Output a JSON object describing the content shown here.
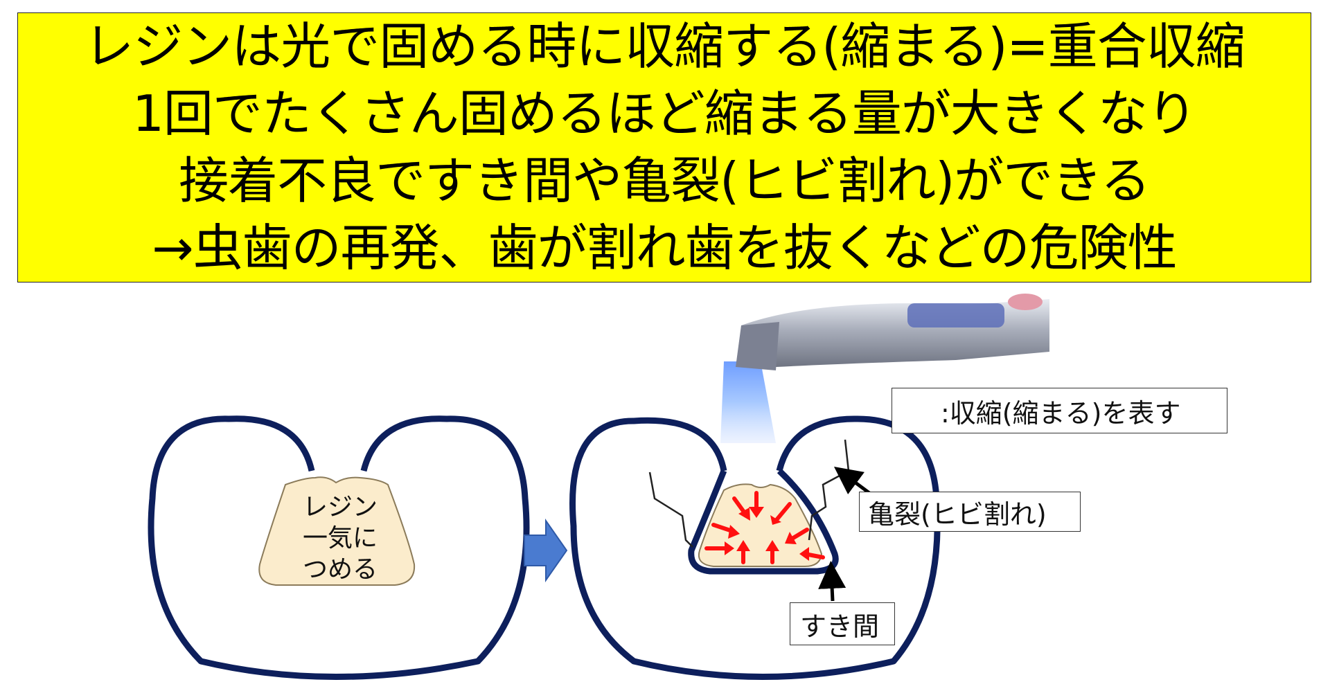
{
  "banner": {
    "lines": [
      "レジンは光で固める時に収縮する(縮まる)=重合収縮",
      "1回でたくさん固めるほど縮まる量が大きくなり",
      "接着不良ですき間や亀裂(ヒビ割れ)ができる",
      "→虫歯の再発、歯が割れ歯を抜くなどの危険性"
    ],
    "background": "#ffff00"
  },
  "left_tooth": {
    "resin_lines": [
      "レジン",
      "一気に",
      "つめる"
    ]
  },
  "legend": {
    "text": ":収縮(縮まる)を表す"
  },
  "crack_label": "亀裂(ヒビ割れ)",
  "gap_label": "すき間",
  "colors": {
    "tooth_outline": "#0d1f5c",
    "resin_fill": "#fbeccc",
    "shrink_arrow": "#ff1010",
    "transition_arrow": "#4a7bd0",
    "light_beam": "#6fa6ff"
  },
  "icons": [
    "curing-light-icon",
    "shrink-arrow-icon",
    "right-arrow-icon"
  ]
}
